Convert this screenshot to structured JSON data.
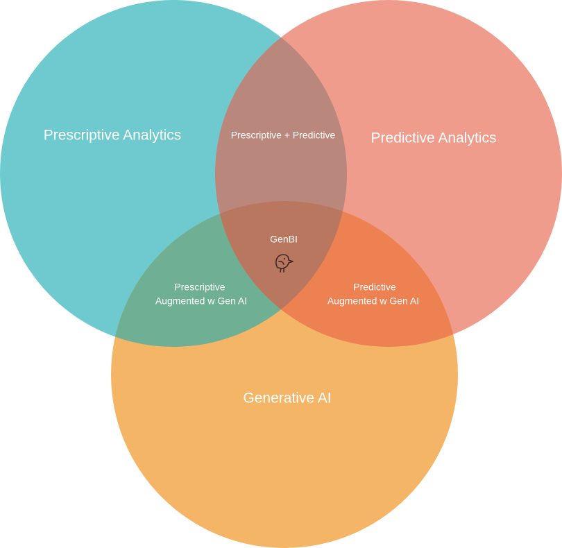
{
  "diagram": {
    "type": "venn",
    "sets": [
      {
        "key": "prescriptive",
        "label": "Prescriptive Analytics",
        "color": "#6ECACF"
      },
      {
        "key": "predictive",
        "label": "Predictive Analytics",
        "color": "#F09C8D"
      },
      {
        "key": "generative",
        "label": "Generative AI",
        "color": "#F4B567"
      }
    ],
    "overlaps": {
      "prescriptive_predictive": {
        "label": "Prescriptive + Predictive",
        "color": "#B9877B"
      },
      "prescriptive_generative": {
        "line1": "Prescriptive",
        "line2": "Augmented w Gen AI",
        "color": "#6FAF93"
      },
      "predictive_generative": {
        "line1": "Predictive",
        "line2": "Augmented w Gen AI",
        "color": "#EE8152"
      },
      "center": {
        "label": "GenBI",
        "icon": "bird-icon",
        "color": "#B9775F"
      }
    }
  }
}
